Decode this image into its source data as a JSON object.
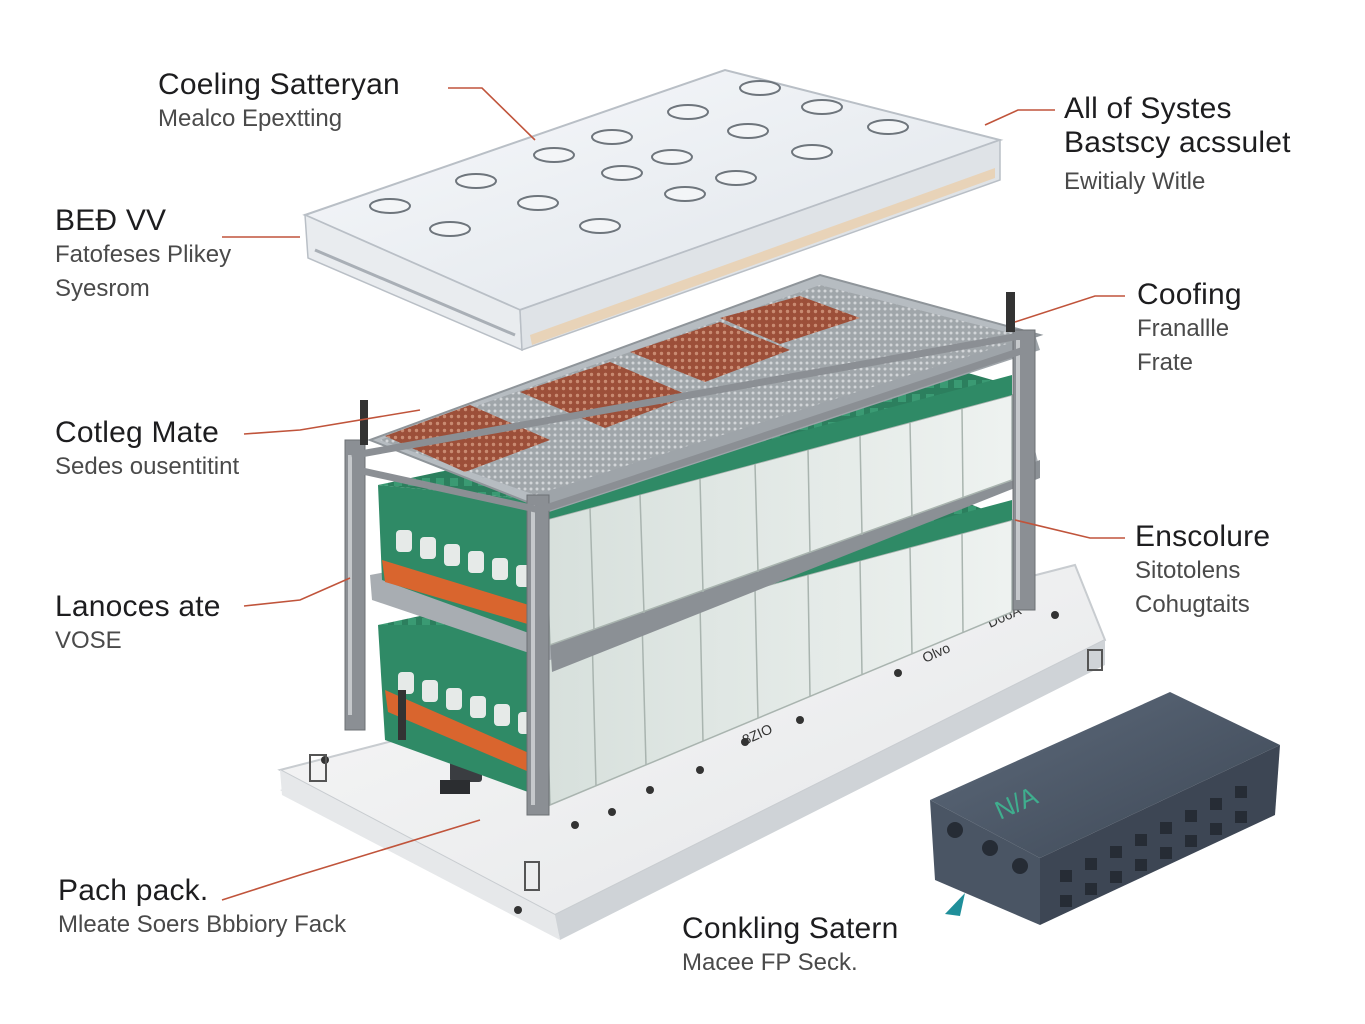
{
  "labels": {
    "cooling_battery": {
      "title": "Coeling Satteryan",
      "sub": [
        "Mealco Epextting"
      ]
    },
    "bed_vv": {
      "title": "BEÐ VV",
      "sub": [
        "Fatofeses Plikey",
        "Syesrom"
      ]
    },
    "cooling_plate": {
      "title": "Cotleg Mate",
      "sub": [
        "Sedes ousentitint"
      ]
    },
    "lanoces": {
      "title": "Lanoces ate",
      "sub": [
        "VOSE"
      ]
    },
    "patch_pack": {
      "title": "Pach pack.",
      "sub": [
        "Mleate Soers Bbbiory Fack"
      ]
    },
    "all_systems": {
      "title": [
        "All of Systes",
        "Bastscy acssulet"
      ],
      "sub": [
        "Ewitialy Witle"
      ]
    },
    "cooling_frame": {
      "title": "Coofing",
      "sub": [
        "Franallle",
        "Frate"
      ]
    },
    "enclosure": {
      "title": "Enscolure",
      "sub": [
        "Sitotolens",
        "Cohugtaits"
      ]
    },
    "conkling": {
      "title": "Conkling Satern",
      "sub": [
        "Macee FP Seck."
      ]
    }
  },
  "markings": {
    "base_a": "D06A",
    "base_b": "Olvo",
    "base_c": "8ZIO",
    "module_text": "N/A"
  },
  "colors": {
    "leader_line": "#c0543b",
    "cell_green": "#2f8a66",
    "cell_face": "#dfe6e2",
    "frame_metal": "#8b8f94",
    "copper": "#a2573f",
    "module_dark": "#4a5564",
    "teal_pointer": "#1f8f9a"
  }
}
